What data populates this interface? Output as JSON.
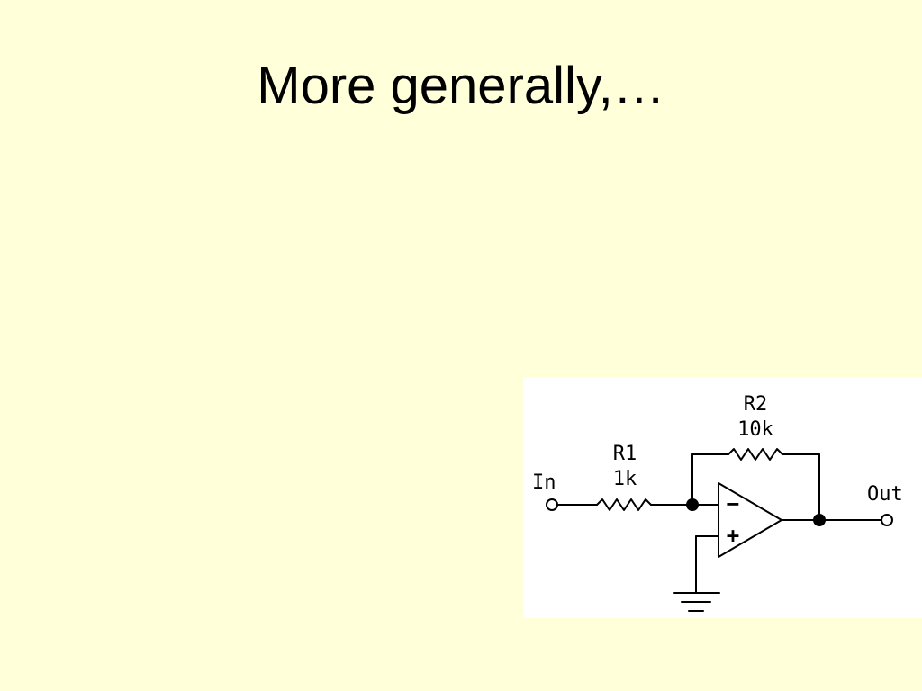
{
  "slide": {
    "title": "More generally,…"
  },
  "circuit": {
    "input_label": "In",
    "output_label": "Out",
    "r1": {
      "name": "R1",
      "value": "1k"
    },
    "r2": {
      "name": "R2",
      "value": "10k"
    },
    "opamp": {
      "inverting_symbol": "−",
      "noninverting_symbol": "+"
    }
  },
  "colors": {
    "background": "#FFFFD9",
    "circuit_background": "#FFFFFF",
    "ink": "#000000"
  }
}
